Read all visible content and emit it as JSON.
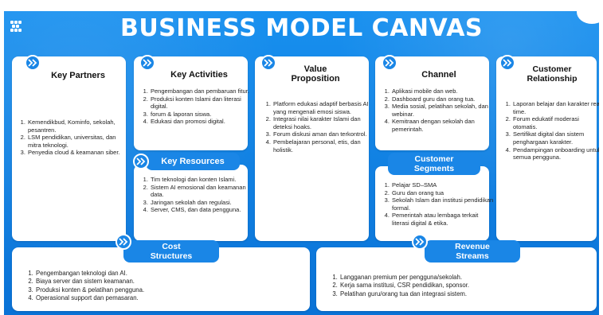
{
  "caption": "figure caption partially cropped at top of image",
  "title": "BUSINESS MODEL CANVAS",
  "colors": {
    "background": "#0f7fe0",
    "accent": "#1a86e6",
    "card": "#ffffff",
    "title": "#ffffff"
  },
  "icons": {
    "section": "double-chevron-right-icon",
    "logo": "dots-grid-icon"
  },
  "key_partners": {
    "title": "Key Partners",
    "items": [
      "Kemendikbud, Kominfo, sekolah, pesantren.",
      "LSM pendidikan, universitas, dan mitra teknologi.",
      "Penyedia cloud & keamanan siber."
    ]
  },
  "key_activities": {
    "title": "Key Activities",
    "items": [
      "Pengembangan dan pembaruan fitur.",
      "Produksi konten Islami dan literasi digital.",
      "forum & laporan siswa.",
      "Edukasi dan promosi digital."
    ]
  },
  "key_resources": {
    "title": "Key Resources",
    "items": [
      "Tim teknologi dan konten Islami.",
      "Sistem AI emosional dan keamanan data.",
      "Jaringan sekolah dan regulasi.",
      "Server, CMS, dan data pengguna."
    ]
  },
  "value_proposition": {
    "title_line1": "Value",
    "title_line2": "Proposition",
    "items": [
      "Platform edukasi adaptif berbasis AI yang mengenali emosi siswa.",
      "Integrasi nilai karakter Islami dan deteksi hoaks.",
      "Forum diskusi aman dan terkontrol.",
      "Pembelajaran personal, etis, dan holistik."
    ]
  },
  "channel": {
    "title": "Channel",
    "items": [
      "Aplikasi mobile dan web.",
      "Dashboard guru dan orang tua.",
      "Media sosial, pelatihan sekolah, dan webinar.",
      "Kemitraan dengan sekolah dan pemerintah."
    ]
  },
  "customer_segments": {
    "title_line1": "Customer",
    "title_line2": "Segments",
    "items": [
      "Pelajar SD–SMA",
      "Guru dan orang tua",
      "Sekolah Islam dan institusi pendidikan formal.",
      "Pemerintah atau lembaga terkait literasi digital & etika."
    ]
  },
  "customer_relationship": {
    "title_line1": "Customer",
    "title_line2": "Relationship",
    "items": [
      "Laporan belajar dan karakter real-time.",
      "Forum edukatif moderasi otomatis.",
      "Sertifikat digital dan sistem penghargaan karakter.",
      "Pendampingan onboarding untuk semua pengguna."
    ]
  },
  "cost_structures": {
    "title_line1": "Cost",
    "title_line2": "Structures",
    "items": [
      "Pengembangan teknologi dan AI.",
      "Biaya server dan sistem keamanan.",
      "Produksi konten & pelatihan pengguna.",
      "Operasional support dan pemasaran."
    ]
  },
  "revenue_streams": {
    "title_line1": "Revenue",
    "title_line2": "Streams",
    "items": [
      "Langganan premium per pengguna/sekolah.",
      "Kerja sama institusi, CSR pendidikan, sponsor.",
      "Pelatihan guru/orang tua dan integrasi sistem."
    ]
  }
}
